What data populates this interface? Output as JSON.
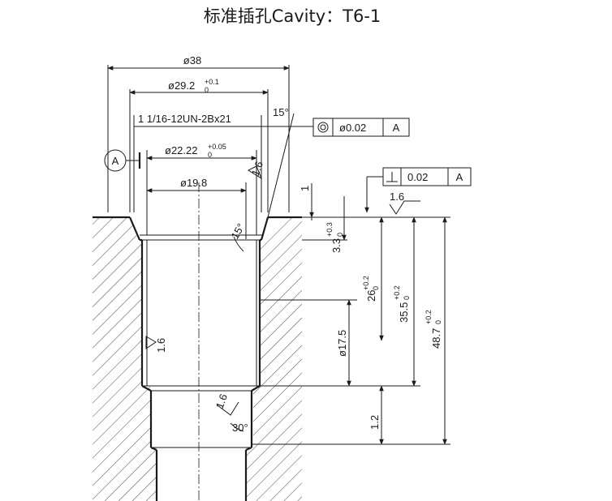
{
  "title": "标准插孔Cavity：T6-1",
  "dims": {
    "d38": "ø38",
    "d29": "ø29.2",
    "d29_tol_up": "+0.1",
    "d29_tol_lo": "0",
    "thread": "1 1/16-12UN-2Bx21",
    "d2222": "ø22.22",
    "d2222_tol_up": "+0.05",
    "d2222_tol_lo": "0",
    "d198": "ø19.8",
    "d175": "ø17.5",
    "angle15": "15°",
    "angle15b": "15°",
    "angle30": "30°",
    "one": "1",
    "d33": "3.3",
    "d33_tol_up": "+0.3",
    "d33_tol_lo": "0",
    "d26": "26",
    "d26_tol_up": "+0.2",
    "d26_tol_lo": "0",
    "d355": "35.5",
    "d355_tol_up": "+0.2",
    "d355_tol_lo": "0",
    "d487": "48.7",
    "d487_tol_up": "+0.2",
    "d487_tol_lo": "0",
    "d12": "1.2"
  },
  "roughness": [
    "1.6",
    "1.6",
    "1.6",
    "1.6"
  ],
  "datum": "A",
  "tolerances": [
    {
      "symbol": "concentricity",
      "value": "ø0.02",
      "datum": "A"
    },
    {
      "symbol": "perpendicularity",
      "value": "0.02",
      "datum": "A"
    }
  ]
}
